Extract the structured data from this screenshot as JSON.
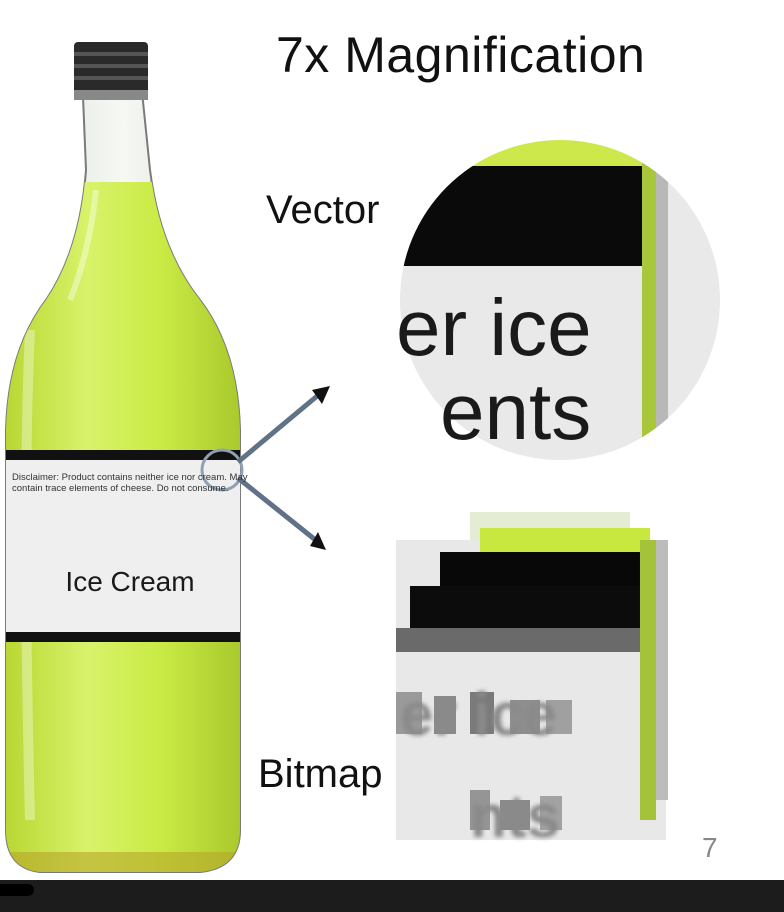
{
  "slide": {
    "title": "7x Magnification",
    "vector_label": "Vector",
    "bitmap_label": "Bitmap",
    "page_number": "7"
  },
  "bottle": {
    "disclaimer": "Disclaimer: Product contains neither ice nor cream. May contain trace elements of cheese. Do not consume.",
    "brand": "Ice Cream"
  },
  "zoom": {
    "vector_line1": "er ice",
    "vector_line2": "ents",
    "bitmap_line1": "er ice",
    "bitmap_line2": "nts"
  },
  "colors": {
    "liquid": "#c8ea3e",
    "label": "#f0f0f0",
    "cap": "#2a2a2a",
    "arrow": "#5f7287"
  }
}
